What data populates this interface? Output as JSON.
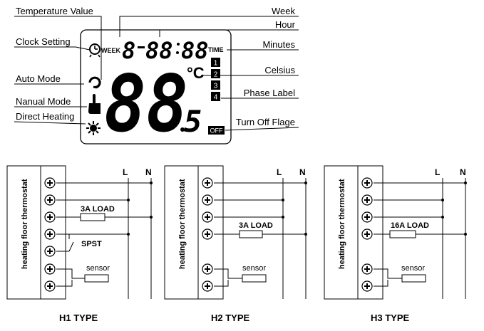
{
  "lcd": {
    "week_tag": "WEEK",
    "time_tag": "TIME",
    "week_digit": "8",
    "hour_digits": "88",
    "minute_digits": "88",
    "temp_digits": "88",
    "temp_decimal": "5",
    "celsius": "°C",
    "phases": [
      "1",
      "2",
      "3",
      "4"
    ],
    "off_badge": "OFF"
  },
  "callouts": {
    "temperature_value": "Temperature Value",
    "clock_setting": "Clock Setting",
    "auto_mode": "Auto Mode",
    "manual_mode": "Nanual Mode",
    "direct_heating": "Direct Heating",
    "week": "Week",
    "hour": "Hour",
    "minutes": "Minutes",
    "celsius": "Celsius",
    "phase_label": "Phase Label",
    "turn_off_flag": "Turn Off Flage"
  },
  "wiring": {
    "device_label": "heating floor thermostat",
    "line_L": "L",
    "line_N": "N",
    "h1": {
      "title": "H1 TYPE",
      "load": "3A LOAD",
      "switch": "SPST",
      "sensor": "sensor"
    },
    "h2": {
      "title": "H2 TYPE",
      "load": "3A LOAD",
      "sensor": "sensor"
    },
    "h3": {
      "title": "H3 TYPE",
      "load": "16A LOAD",
      "sensor": "sensor"
    }
  }
}
